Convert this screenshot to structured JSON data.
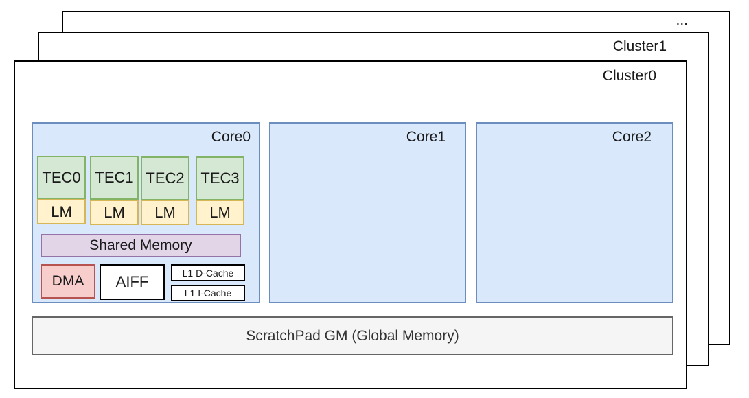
{
  "clusters": {
    "ellipsis": "...",
    "cluster1": "Cluster1",
    "cluster0": "Cluster0"
  },
  "cores": {
    "core0": {
      "label": "Core0",
      "tecs": [
        {
          "name": "TEC0",
          "memory": "LM"
        },
        {
          "name": "TEC1",
          "memory": "LM"
        },
        {
          "name": "TEC2",
          "memory": "LM"
        },
        {
          "name": "TEC3",
          "memory": "LM"
        }
      ],
      "shared_memory": "Shared Memory",
      "dma": "DMA",
      "aiff": "AIFF",
      "l1_dcache": "L1 D-Cache",
      "l1_icache": "L1 I-Cache"
    },
    "core1": {
      "label": "Core1"
    },
    "core2": {
      "label": "Core2"
    }
  },
  "global_memory": "ScratchPad GM (Global Memory)",
  "colors": {
    "core_fill": "#dae8fc",
    "core_stroke": "#6c8ebf",
    "tec_fill": "#d5e8d4",
    "lm_fill": "#fff2cc",
    "shared_fill": "#e1d5e7",
    "dma_fill": "#f8cecc",
    "gm_fill": "#f5f5f5"
  }
}
